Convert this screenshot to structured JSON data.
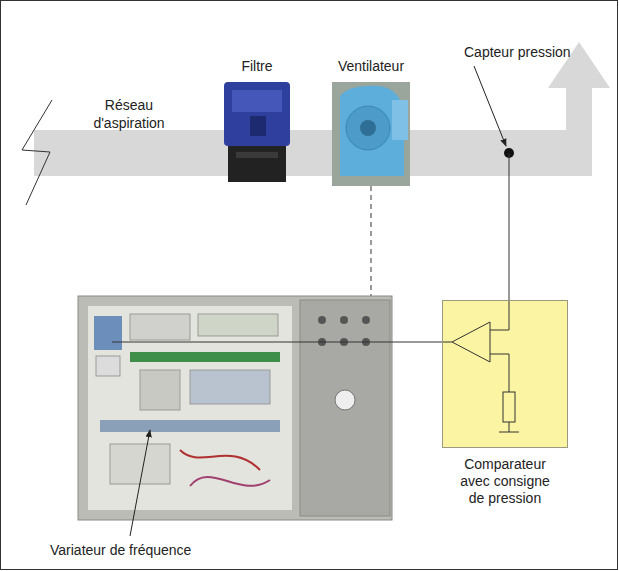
{
  "diagram": {
    "nodes": [
      {
        "text": [
          "Filtre"
        ]
      },
      {
        "text": [
          "Ventilateur"
        ]
      },
      {
        "text": [
          "Comparateur avec consigne de pression"
        ]
      }
    ],
    "labels": [
      "Réseau d'aspiration",
      "Capteur pression",
      "Variateur de fréquence"
    ]
  }
}
